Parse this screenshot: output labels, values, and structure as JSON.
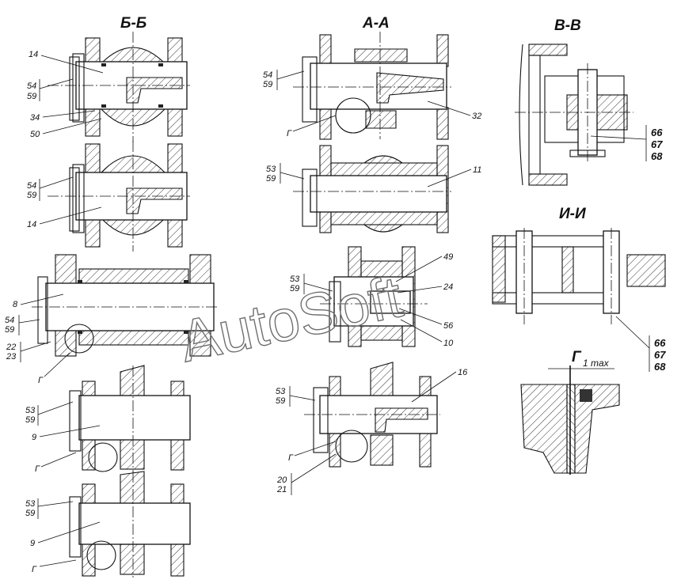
{
  "section_titles": {
    "bb": "Б-Б",
    "aa": "А-А",
    "vv": "В-В",
    "ii": "И-И",
    "g": "Г"
  },
  "detail_note": "1 max",
  "watermark": "AutoSoft",
  "callouts": {
    "bb1": [
      "14",
      "54",
      "59",
      "34",
      "50"
    ],
    "bb2": [
      "54",
      "59",
      "14"
    ],
    "left3": [
      "8",
      "54",
      "59",
      "22",
      "23",
      "Г"
    ],
    "left4": [
      "53",
      "59",
      "9",
      "Г"
    ],
    "left5": [
      "53",
      "59",
      "9",
      "Г"
    ],
    "aa1": [
      "54",
      "59",
      "Г",
      "32"
    ],
    "aa2": [
      "53",
      "59",
      "11"
    ],
    "mid3": [
      "53",
      "59",
      "49",
      "24",
      "56",
      "10"
    ],
    "mid4": [
      "53",
      "59",
      "16",
      "Г",
      "20",
      "21"
    ],
    "vv": [
      "66",
      "67",
      "68"
    ],
    "ii": [
      "66",
      "67",
      "68"
    ]
  }
}
